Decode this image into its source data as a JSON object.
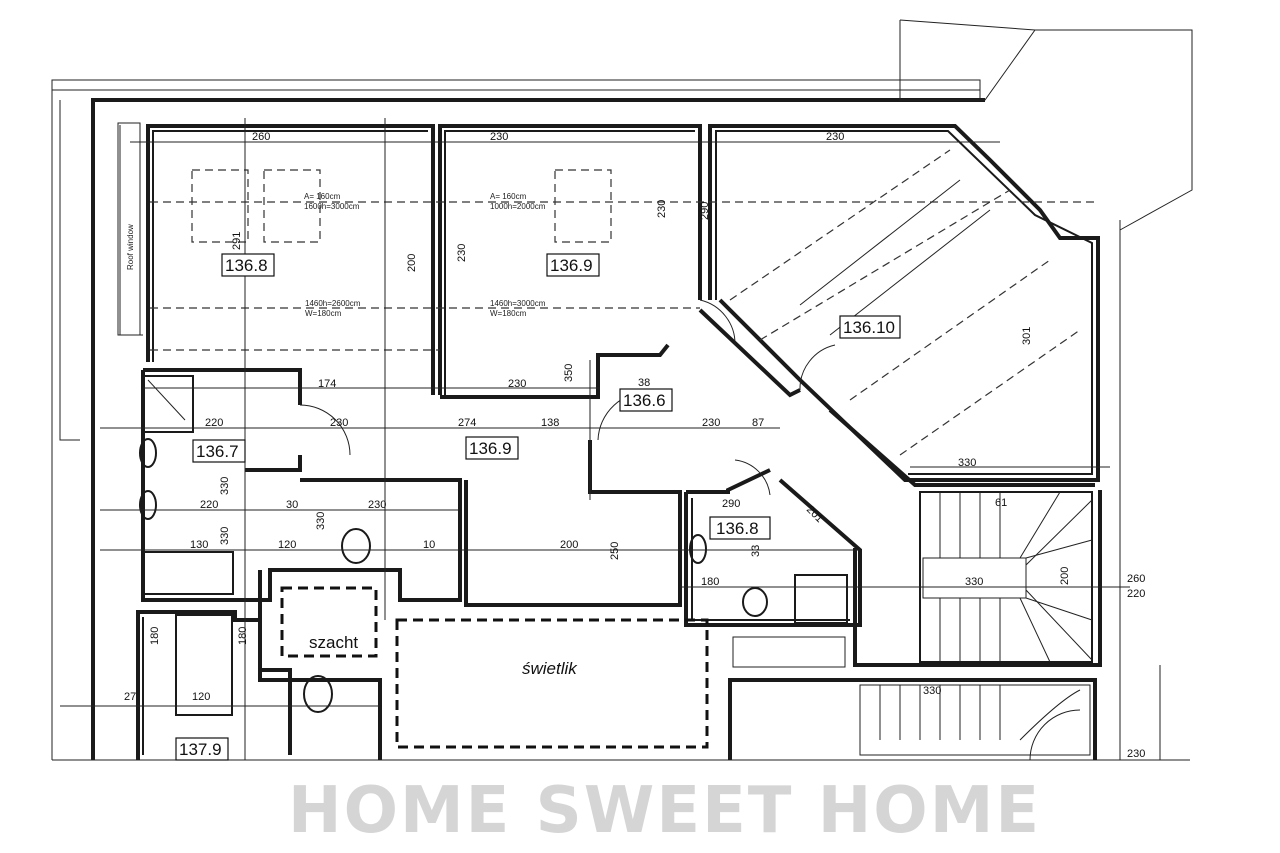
{
  "plan": {
    "rooms": {
      "r1": "136.8",
      "r2": "136.9",
      "r3": "136.10",
      "r4": "136.6",
      "r5": "136.7",
      "r6": "136.9",
      "r7": "136.8",
      "r8": "137.9"
    },
    "shaft_label": "szacht",
    "skylight_label": "świetlik",
    "watermark": "HOME SWEET HOME",
    "notes": {
      "area1": "A= 160cm",
      "sill1": "1600h=3000cm",
      "head1": "1460h=2600cm",
      "w1": "W=180cm",
      "area2": "A= 160cm",
      "sill2": "1000h=2000cm",
      "head2": "1460h=3000cm",
      "w2": "W=180cm",
      "side": "Roof window"
    },
    "dimensions": [
      "260",
      "230",
      "230",
      "291",
      "200",
      "230",
      "290",
      "230",
      "174",
      "230",
      "350",
      "38",
      "220",
      "230",
      "274",
      "138",
      "230",
      "87",
      "220",
      "330",
      "330",
      "30",
      "230",
      "130",
      "120",
      "330",
      "10",
      "200",
      "250",
      "290",
      "33",
      "180",
      "330",
      "61",
      "330",
      "200",
      "260",
      "220",
      "330",
      "230",
      "180",
      "180",
      "27",
      "120",
      "201",
      "301"
    ]
  }
}
